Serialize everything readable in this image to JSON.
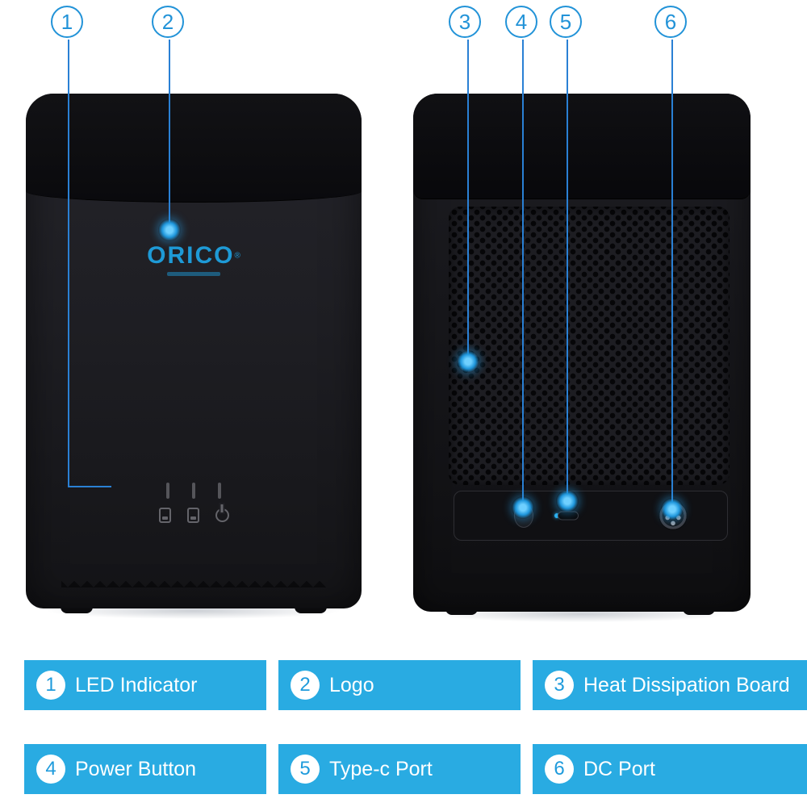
{
  "brand": {
    "name": "ORICO",
    "reg": "®"
  },
  "callouts": [
    {
      "number": "1"
    },
    {
      "number": "2"
    },
    {
      "number": "3"
    },
    {
      "number": "4"
    },
    {
      "number": "5"
    },
    {
      "number": "6"
    }
  ],
  "legend": {
    "items": [
      {
        "number": "1",
        "label": "LED Indicator"
      },
      {
        "number": "2",
        "label": "Logo"
      },
      {
        "number": "3",
        "label": "Heat Dissipation Board"
      },
      {
        "number": "4",
        "label": "Power Button"
      },
      {
        "number": "5",
        "label": "Type-c Port"
      },
      {
        "number": "6",
        "label": "DC Port"
      }
    ]
  },
  "icons": {
    "hdd_status": "hdd-status-icon",
    "power_symbol": "power-symbol-icon",
    "type_c": "type-c-port-icon",
    "dc_4pin": "dc-port-4pin-icon",
    "marker": "blue-glow-dot"
  },
  "colors": {
    "legend_blue": "#29abe2",
    "line_blue": "#2a80d4",
    "callout_blue": "#2293d8",
    "brand_blue": "#1e9ad6",
    "device_black": "#1b1b1f"
  }
}
